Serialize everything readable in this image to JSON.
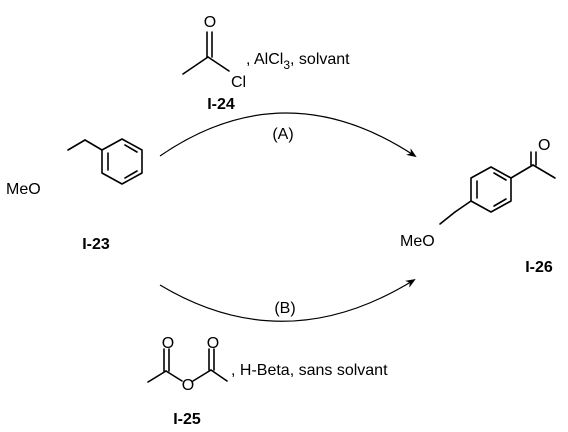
{
  "reagents": {
    "acetyl_chloride": {
      "atom_o": "O",
      "atom_cl": "Cl",
      "conditions_pre": ", AlCl",
      "conditions_sub": "3",
      "conditions_post": ", solvant",
      "id": "I-24"
    },
    "anhydride": {
      "atom_o1": "O",
      "atom_o2": "O",
      "atom_o3": "O",
      "conditions": ", H-Beta, sans solvant",
      "id": "I-25"
    }
  },
  "substrate": {
    "label": "MeO",
    "id": "I-23"
  },
  "product": {
    "label": "MeO",
    "atom_o": "O",
    "id": "I-26"
  },
  "routes": {
    "a": "(A)",
    "b": "(B)"
  }
}
